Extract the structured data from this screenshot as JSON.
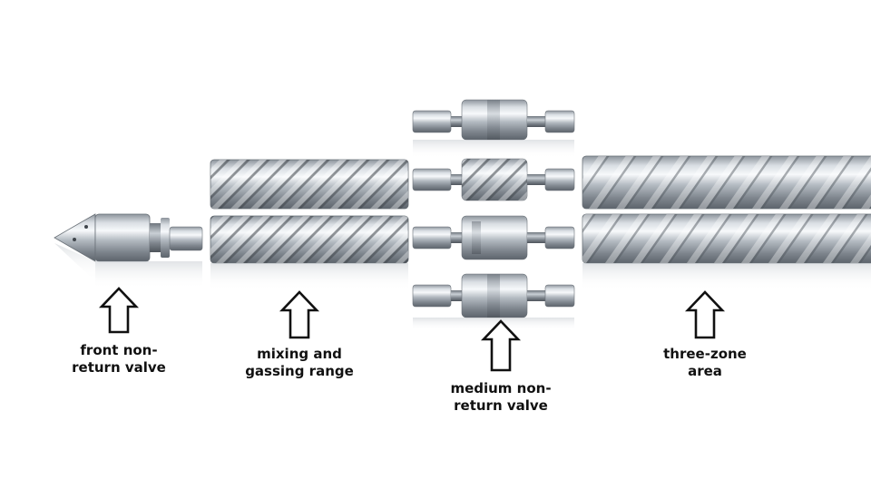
{
  "colors": {
    "steel_light": "#eef1f4",
    "steel_mid": "#a9b0b8",
    "steel_dark": "#5d646c",
    "text": "#111111",
    "background": "#ffffff"
  },
  "components": [
    {
      "id": "front-non-return-valve",
      "label_lines": [
        "front non-",
        "return valve"
      ]
    },
    {
      "id": "mixing-and-gassing-range",
      "label_lines": [
        "mixing and",
        "gassing range"
      ]
    },
    {
      "id": "medium-non-return-valve",
      "label_lines": [
        "medium non-",
        "return valve"
      ]
    },
    {
      "id": "three-zone-area",
      "label_lines": [
        "three-zone",
        "area"
      ]
    }
  ],
  "icons": [
    "up-arrow-icon"
  ]
}
